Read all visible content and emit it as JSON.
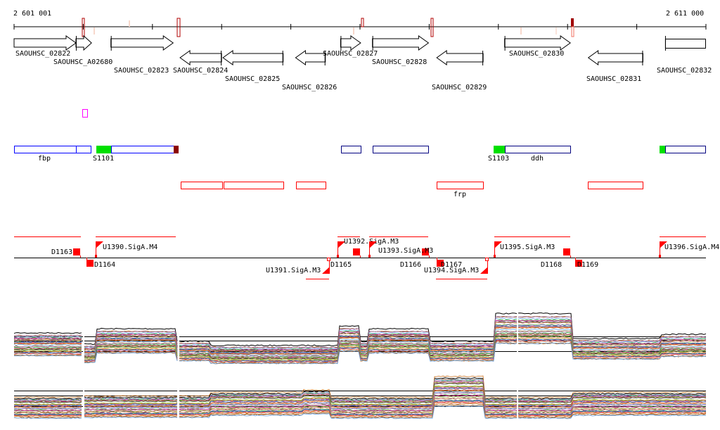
{
  "axis": {
    "start_label": "2 601 001",
    "end_label": "2 611 000",
    "start": 2601001,
    "end": 2611000
  },
  "genes": [
    {
      "name": "SAOUHSC_02822",
      "strand": "+",
      "start": 2601001,
      "end": 2601895
    },
    {
      "name": "SAOUHSC_A02680",
      "strand": "+",
      "start": 2601895,
      "end": 2602120
    },
    {
      "name": "SAOUHSC_02823",
      "strand": "+",
      "start": 2602400,
      "end": 2603300
    },
    {
      "name": "SAOUHSC_02824",
      "strand": "-",
      "start": 2603400,
      "end": 2604000
    },
    {
      "name": "SAOUHSC_02825",
      "strand": "-",
      "start": 2604020,
      "end": 2604890
    },
    {
      "name": "SAOUHSC_02826",
      "strand": "-",
      "start": 2605070,
      "end": 2605500
    },
    {
      "name": "SAOUHSC_02827",
      "strand": "+",
      "start": 2605720,
      "end": 2606010
    },
    {
      "name": "SAOUHSC_02828",
      "strand": "+",
      "start": 2606180,
      "end": 2606990
    },
    {
      "name": "SAOUHSC_02829",
      "strand": "-",
      "start": 2607110,
      "end": 2607780
    },
    {
      "name": "SAOUHSC_02830",
      "strand": "+",
      "start": 2608090,
      "end": 2609040
    },
    {
      "name": "SAOUHSC_02831",
      "strand": "-",
      "start": 2609300,
      "end": 2610090
    },
    {
      "name": "SAOUHSC_02832",
      "strand": "+",
      "start": 2610410,
      "end": 2611000
    }
  ],
  "operon_labels": [
    "fbp",
    "S1101",
    "S1103",
    "ddh"
  ],
  "antisense_labels": [
    "frp"
  ],
  "terminators": [
    "D1163",
    "D1164",
    "D1165",
    "D1166",
    "D1167",
    "D1168",
    "D1169"
  ],
  "promoters": [
    "U1390.SigA.M4",
    "U1391.SigA.M3",
    "U1392.SigA.M3",
    "U1393.SigA.M3",
    "U1394.SigA.M3",
    "U1395.SigA.M3",
    "U1396.SigA.M4"
  ],
  "expression": {
    "panel1_levels": [
      0.3,
      -0.5,
      0.6,
      -0.3,
      -0.6,
      0.8,
      -0.3,
      0.6,
      -0.3,
      1.7,
      -0.1,
      0.2
    ],
    "panel2_levels": [
      -0.1,
      0.0,
      0.0,
      0.3,
      0.5,
      -0.1,
      1.6,
      -0.1,
      -0.1,
      0.3
    ],
    "palette": [
      "#e2543a",
      "#c8701e",
      "#8a5a2c",
      "#6aa5e8",
      "#b084c8",
      "#2fbf2f",
      "#a0144e",
      "#d24ab0",
      "#9b9b2a",
      "#333333",
      "#f08a70",
      "#7fd04a",
      "#5a3ea0",
      "#c0a020",
      "#e04070",
      "#1d6fb0"
    ]
  },
  "colors": {
    "track_red": "#ff0000",
    "gene_blue": "#0000ff",
    "green": "#00e000",
    "dark_red": "#8b0000",
    "magenta": "#ff00ff"
  }
}
